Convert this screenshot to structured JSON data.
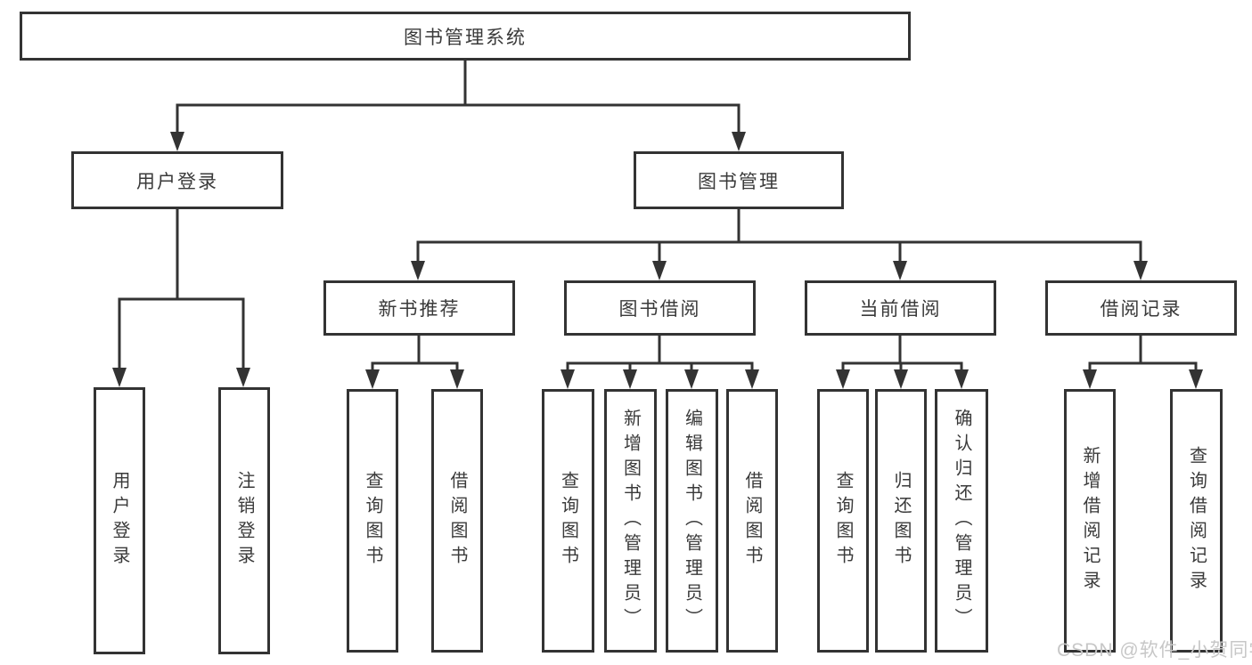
{
  "diagram": {
    "type": "hierarchy-tree",
    "root": {
      "label": "图书管理系统",
      "children": [
        {
          "label": "用户登录",
          "children": [
            {
              "label": "用户登录"
            },
            {
              "label": "注销登录"
            }
          ]
        },
        {
          "label": "图书管理",
          "children": [
            {
              "label": "新书推荐",
              "children": [
                {
                  "label": "查询图书"
                },
                {
                  "label": "借阅图书"
                }
              ]
            },
            {
              "label": "图书借阅",
              "children": [
                {
                  "label": "查询图书"
                },
                {
                  "label": "新增图书（管理员）"
                },
                {
                  "label": "编辑图书（管理员）"
                },
                {
                  "label": "借阅图书"
                }
              ]
            },
            {
              "label": "当前借阅",
              "children": [
                {
                  "label": "查询图书"
                },
                {
                  "label": "归还图书"
                },
                {
                  "label": "确认归还（管理员）"
                }
              ]
            },
            {
              "label": "借阅记录",
              "children": [
                {
                  "label": "新增借阅记录"
                },
                {
                  "label": "查询借阅记录"
                }
              ]
            }
          ]
        }
      ]
    }
  },
  "watermark": {
    "text": "CSDN @软件_小贺同学"
  },
  "colors": {
    "line": "#333333",
    "text": "#3a3a3a",
    "background": "#ffffff",
    "watermark": "#c7c7c7"
  }
}
